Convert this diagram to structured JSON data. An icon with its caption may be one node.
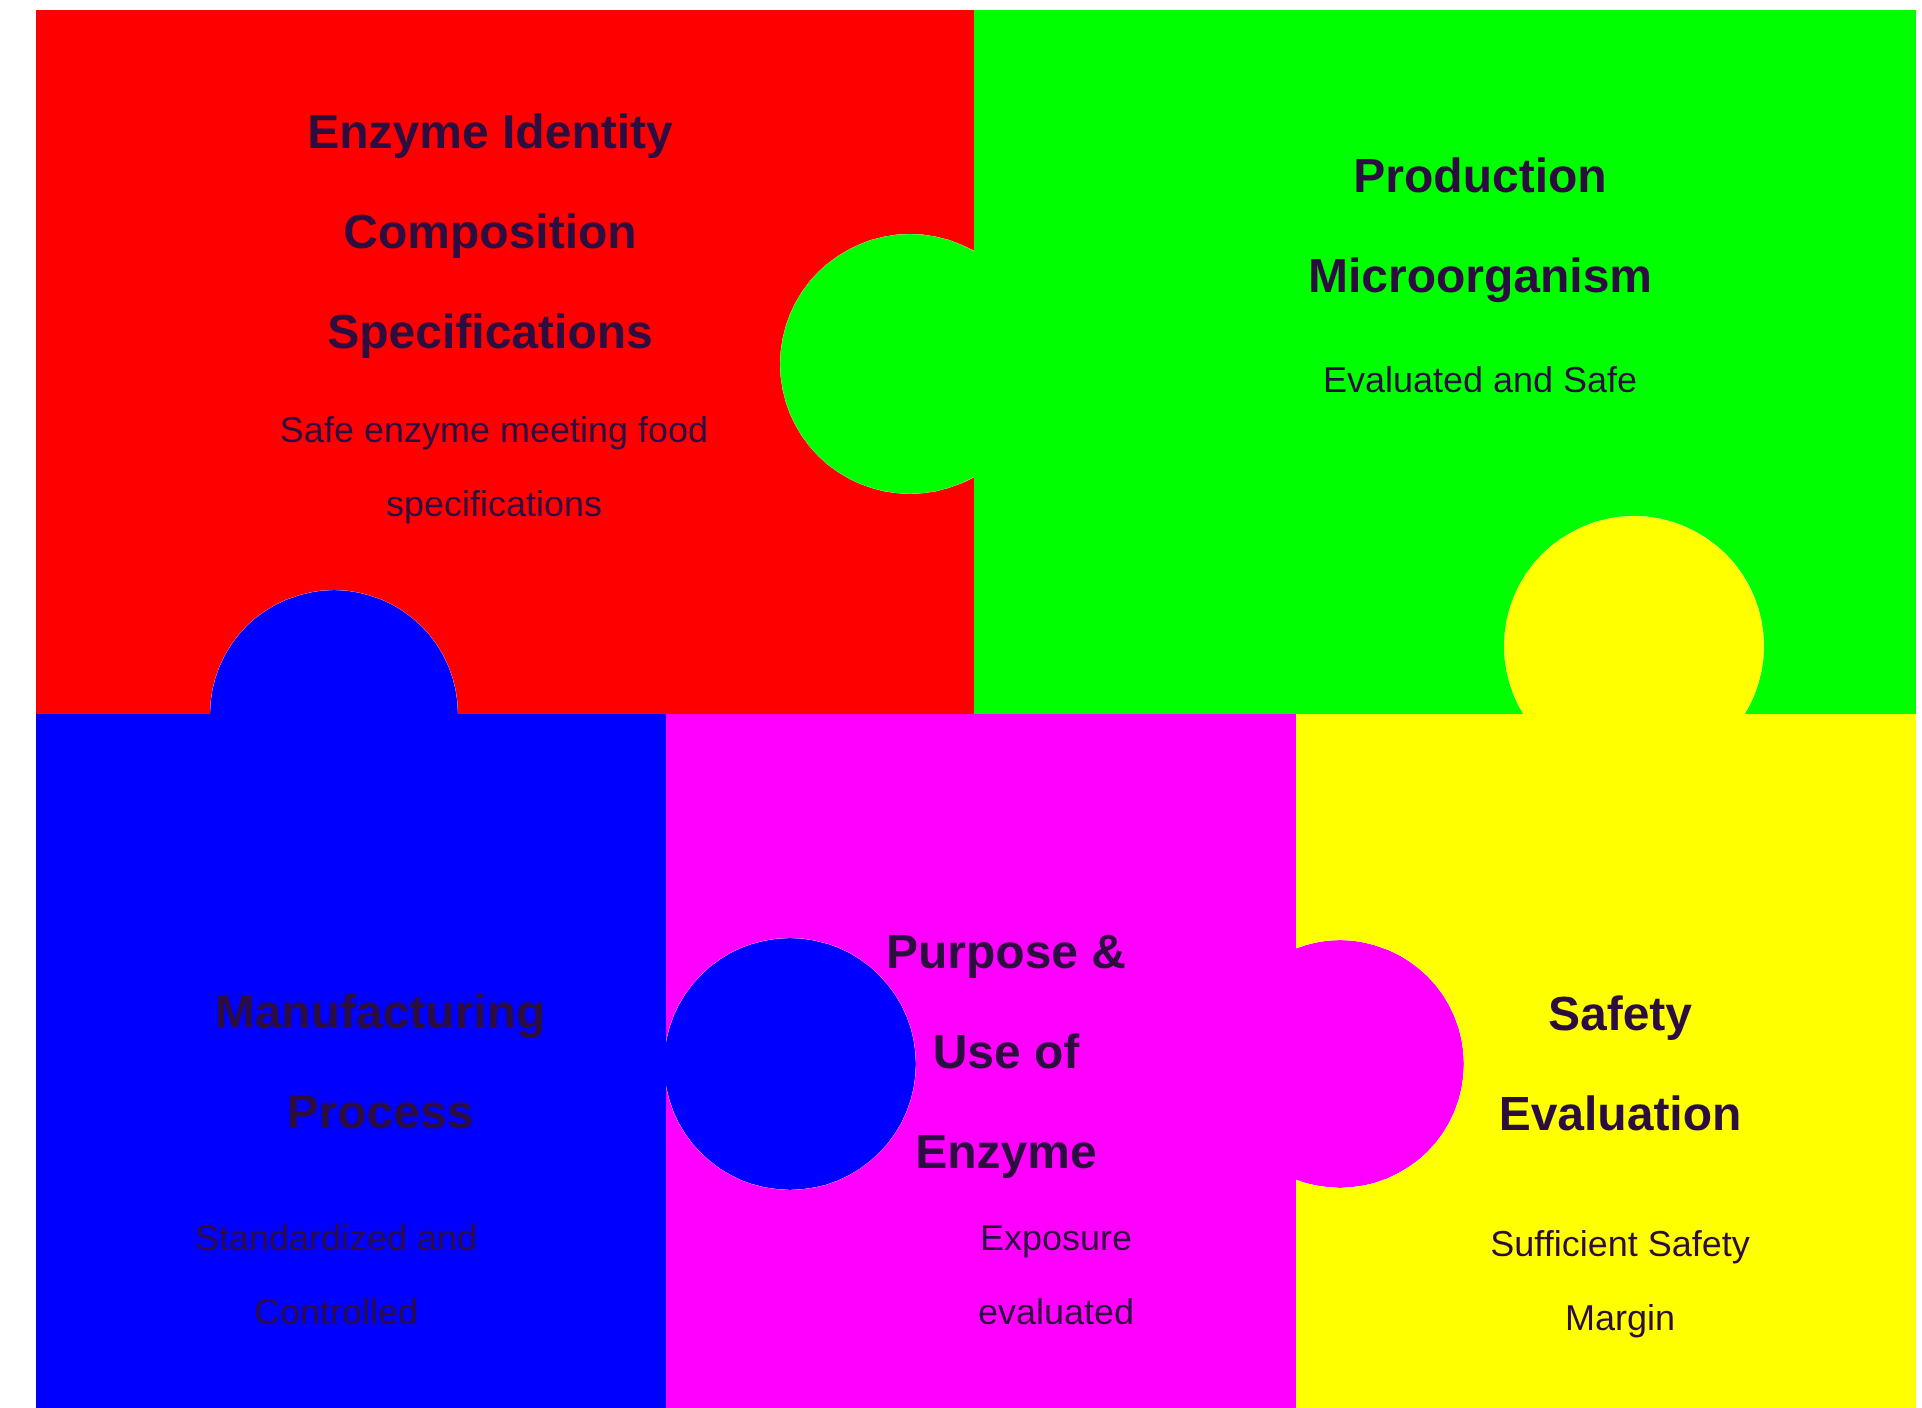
{
  "diagram": {
    "nodes": [
      {
        "text": [
          "Enzyme Identity Composition Specifications",
          "Safe enzyme meeting food specifications"
        ]
      },
      {
        "text": [
          "Production Microorganism",
          "Evaluated and Safe"
        ]
      },
      {
        "text": [
          "Manufacturing Process",
          "Standardized and Controlled"
        ]
      },
      {
        "text": [
          "Purpose & Use of Enzyme",
          "Exposure evaluated"
        ]
      },
      {
        "text": [
          "Safety Evaluation",
          "Sufficient Safety Margin"
        ]
      }
    ]
  }
}
